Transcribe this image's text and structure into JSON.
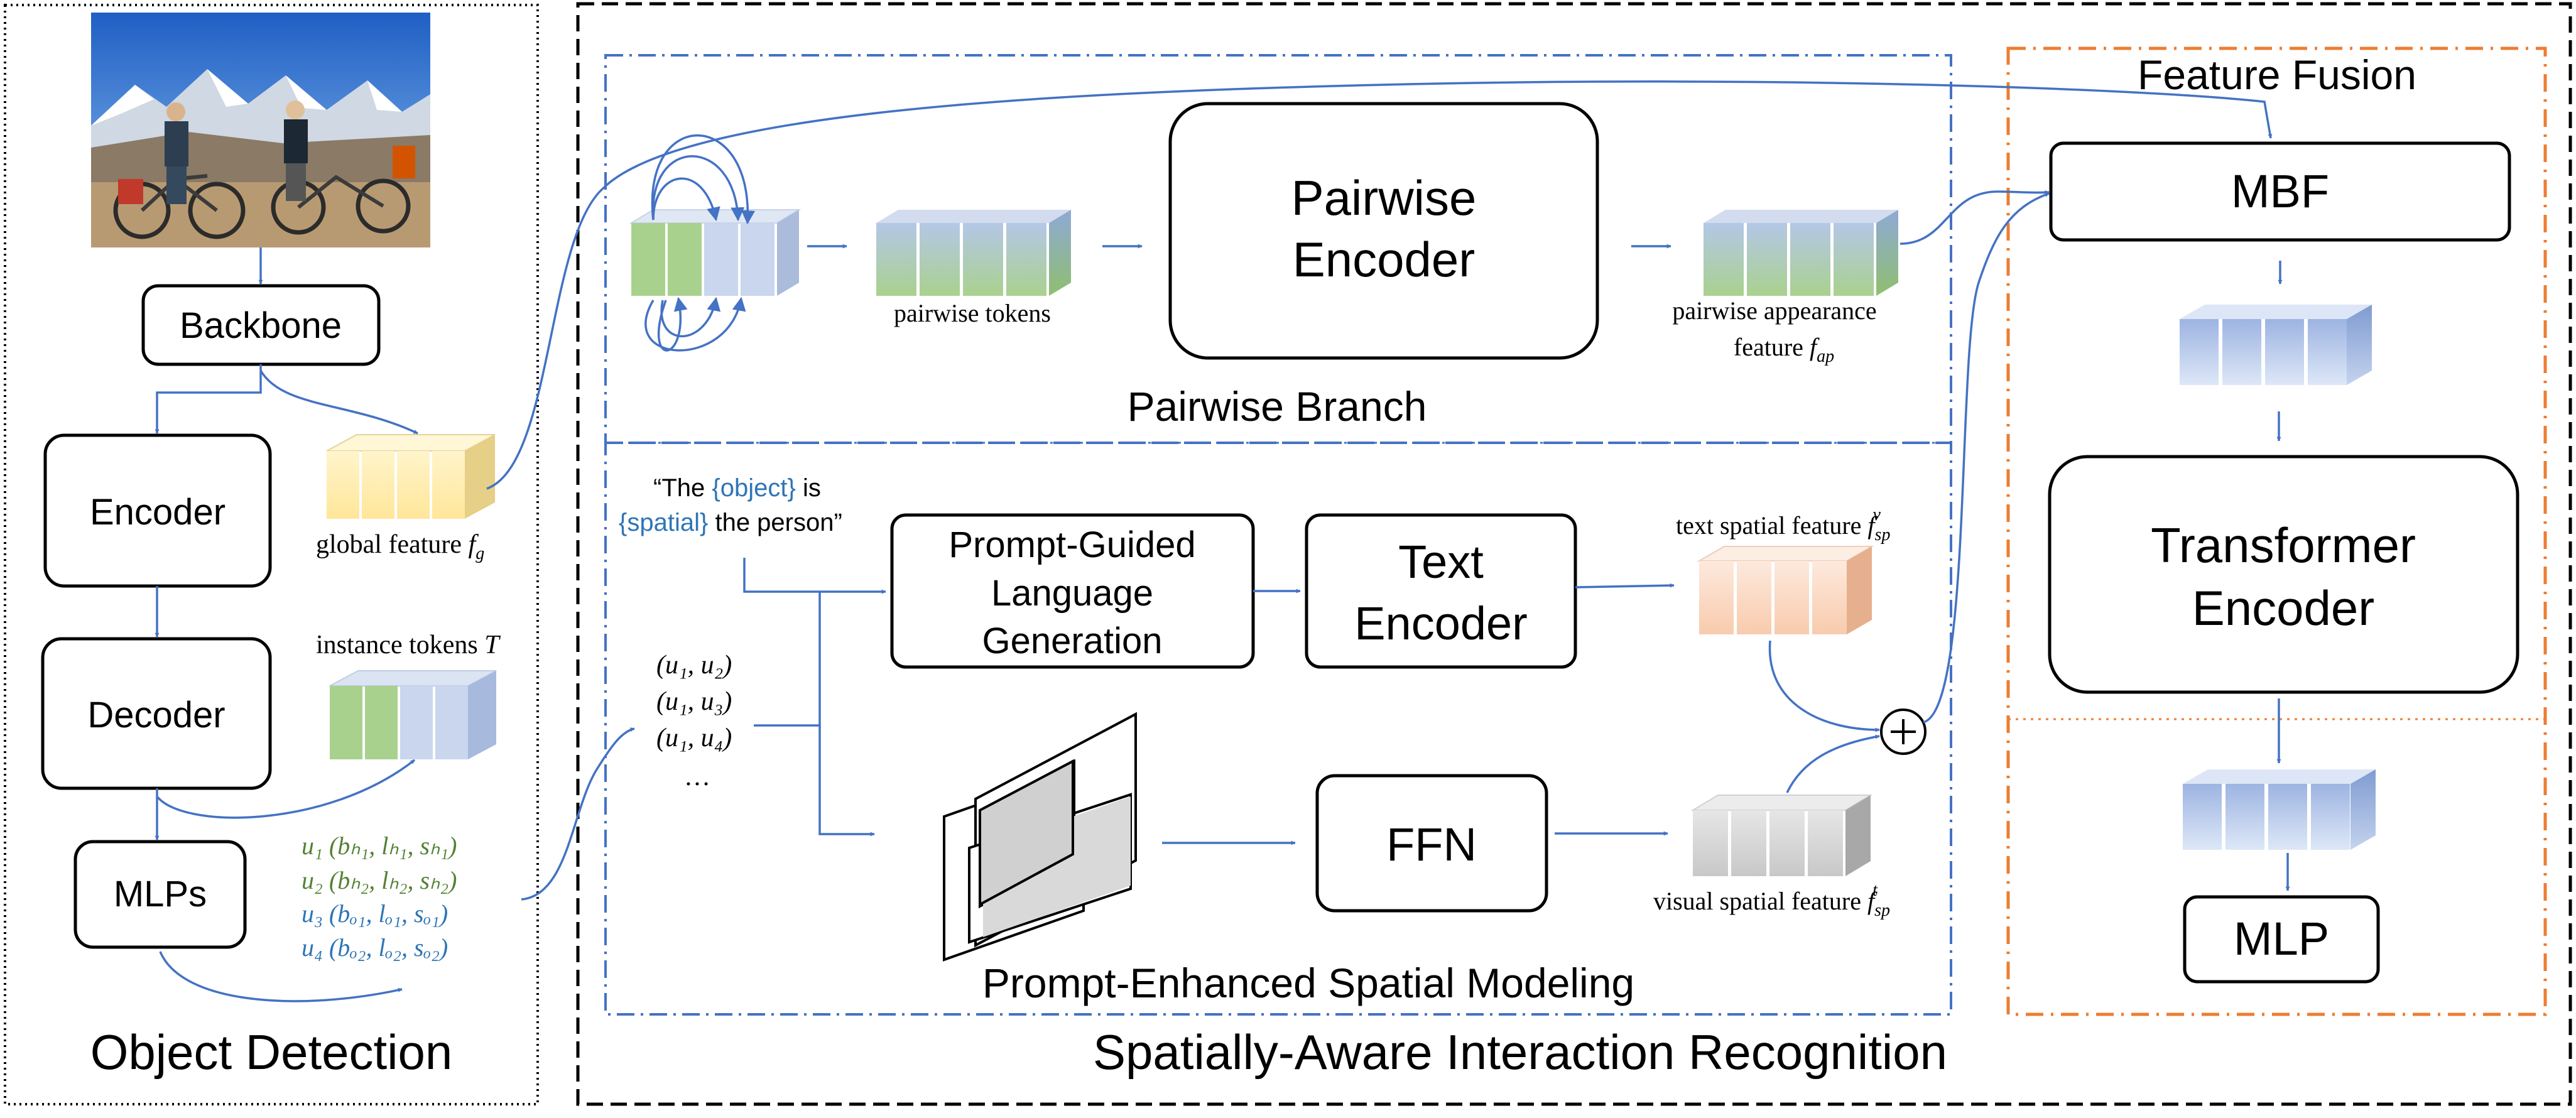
{
  "sections": {
    "object_detection": "Object Detection",
    "recognition": "Spatially-Aware Interaction Recognition",
    "pairwise_branch": "Pairwise Branch",
    "spatial_modeling": "Prompt-Enhanced Spatial Modeling",
    "feature_fusion": "Feature Fusion"
  },
  "blocks": {
    "backbone": "Backbone",
    "encoder": "Encoder",
    "decoder": "Decoder",
    "mlps": "MLPs",
    "pairwise_encoder": [
      "Pairwise",
      "Encoder"
    ],
    "prompt_generation": [
      "Prompt-Guided",
      "Language",
      "Generation"
    ],
    "text_encoder": [
      "Text",
      "Encoder"
    ],
    "ffn": "FFN",
    "mbf": "MBF",
    "transformer_encoder": [
      "Transformer",
      "Encoder"
    ],
    "mlp": "MLP"
  },
  "labels": {
    "global_feature": "global feature",
    "global_feature_sym": "f",
    "global_feature_sub": "g",
    "instance_tokens": "instance tokens",
    "instance_tokens_sym": "T",
    "pairwise_tokens": "pairwise tokens",
    "pairwise_appearance_1": "pairwise appearance",
    "pairwise_appearance_2": "feature",
    "pairwise_appearance_sym": "f",
    "pairwise_appearance_sub": "ap",
    "text_spatial": "text spatial feature",
    "text_spatial_sym": "f",
    "text_spatial_sub": "sp",
    "text_spatial_sup": "v",
    "visual_spatial": "visual spatial feature",
    "visual_spatial_sym": "f",
    "visual_spatial_sub": "sp",
    "visual_spatial_sup": "t"
  },
  "prompt": {
    "line1_pre": "“The ",
    "line1_obj": "{object}",
    "line1_post": " is",
    "line2_sp": "{spatial}",
    "line2_post": " the person”"
  },
  "pairs": [
    "(u₁, u₂)",
    "(u₁, u₃)",
    "(u₁, u₄)",
    "…"
  ],
  "instances": [
    "u₁ (bₕ₁, lₕ₁, sₕ₁)",
    "u₂ (bₕ₂, lₕ₂, sₕ₂)",
    "u₃ (bₒ₁, lₒ₁, sₒ₁)",
    "u₄ (bₒ₂, lₒ₂, sₒ₂)"
  ],
  "colors": {
    "accent_blue": "#4472c4",
    "green_text": "#548235",
    "blue_text": "#2e75b6",
    "orange_border": "#ed7d31",
    "token_green": "#a9d18e",
    "token_blue": "#b4c7e7",
    "token_yellow": "#ffe699",
    "token_peach": "#f8cbad",
    "token_gray": "#bfbfbf"
  }
}
